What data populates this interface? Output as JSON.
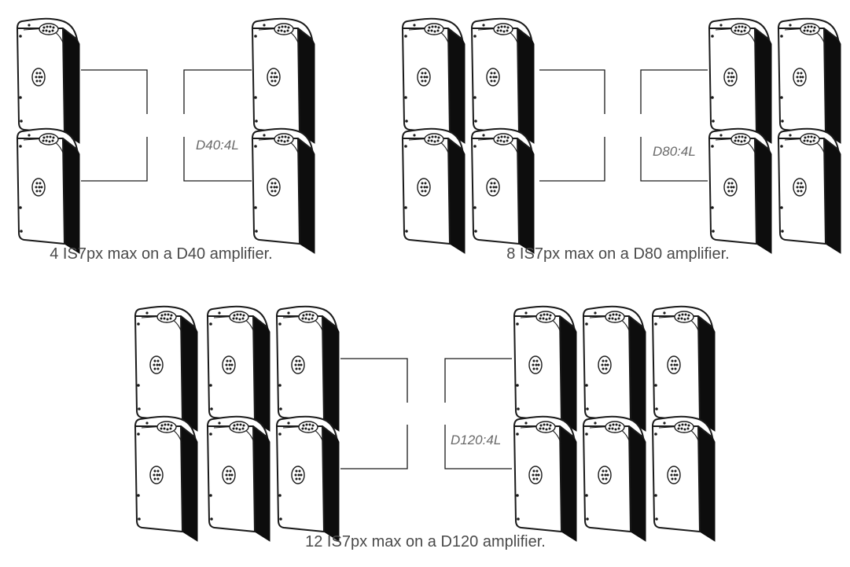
{
  "colors": {
    "ink": "#1a1a1a",
    "caption": "#4a4a4a",
    "label": "#6a6a6a",
    "background": "#ffffff"
  },
  "configs": [
    {
      "amplifier_label": "D40:4L",
      "caption": "4 IS7px max on a D40 amplifier.",
      "speaker_count": 4
    },
    {
      "amplifier_label": "D80:4L",
      "caption": "8 IS7px max on a D80 amplifier.",
      "speaker_count": 8
    },
    {
      "amplifier_label": "D120:4L",
      "caption": "12 IS7px max on a D120 amplifier.",
      "speaker_count": 12
    }
  ]
}
